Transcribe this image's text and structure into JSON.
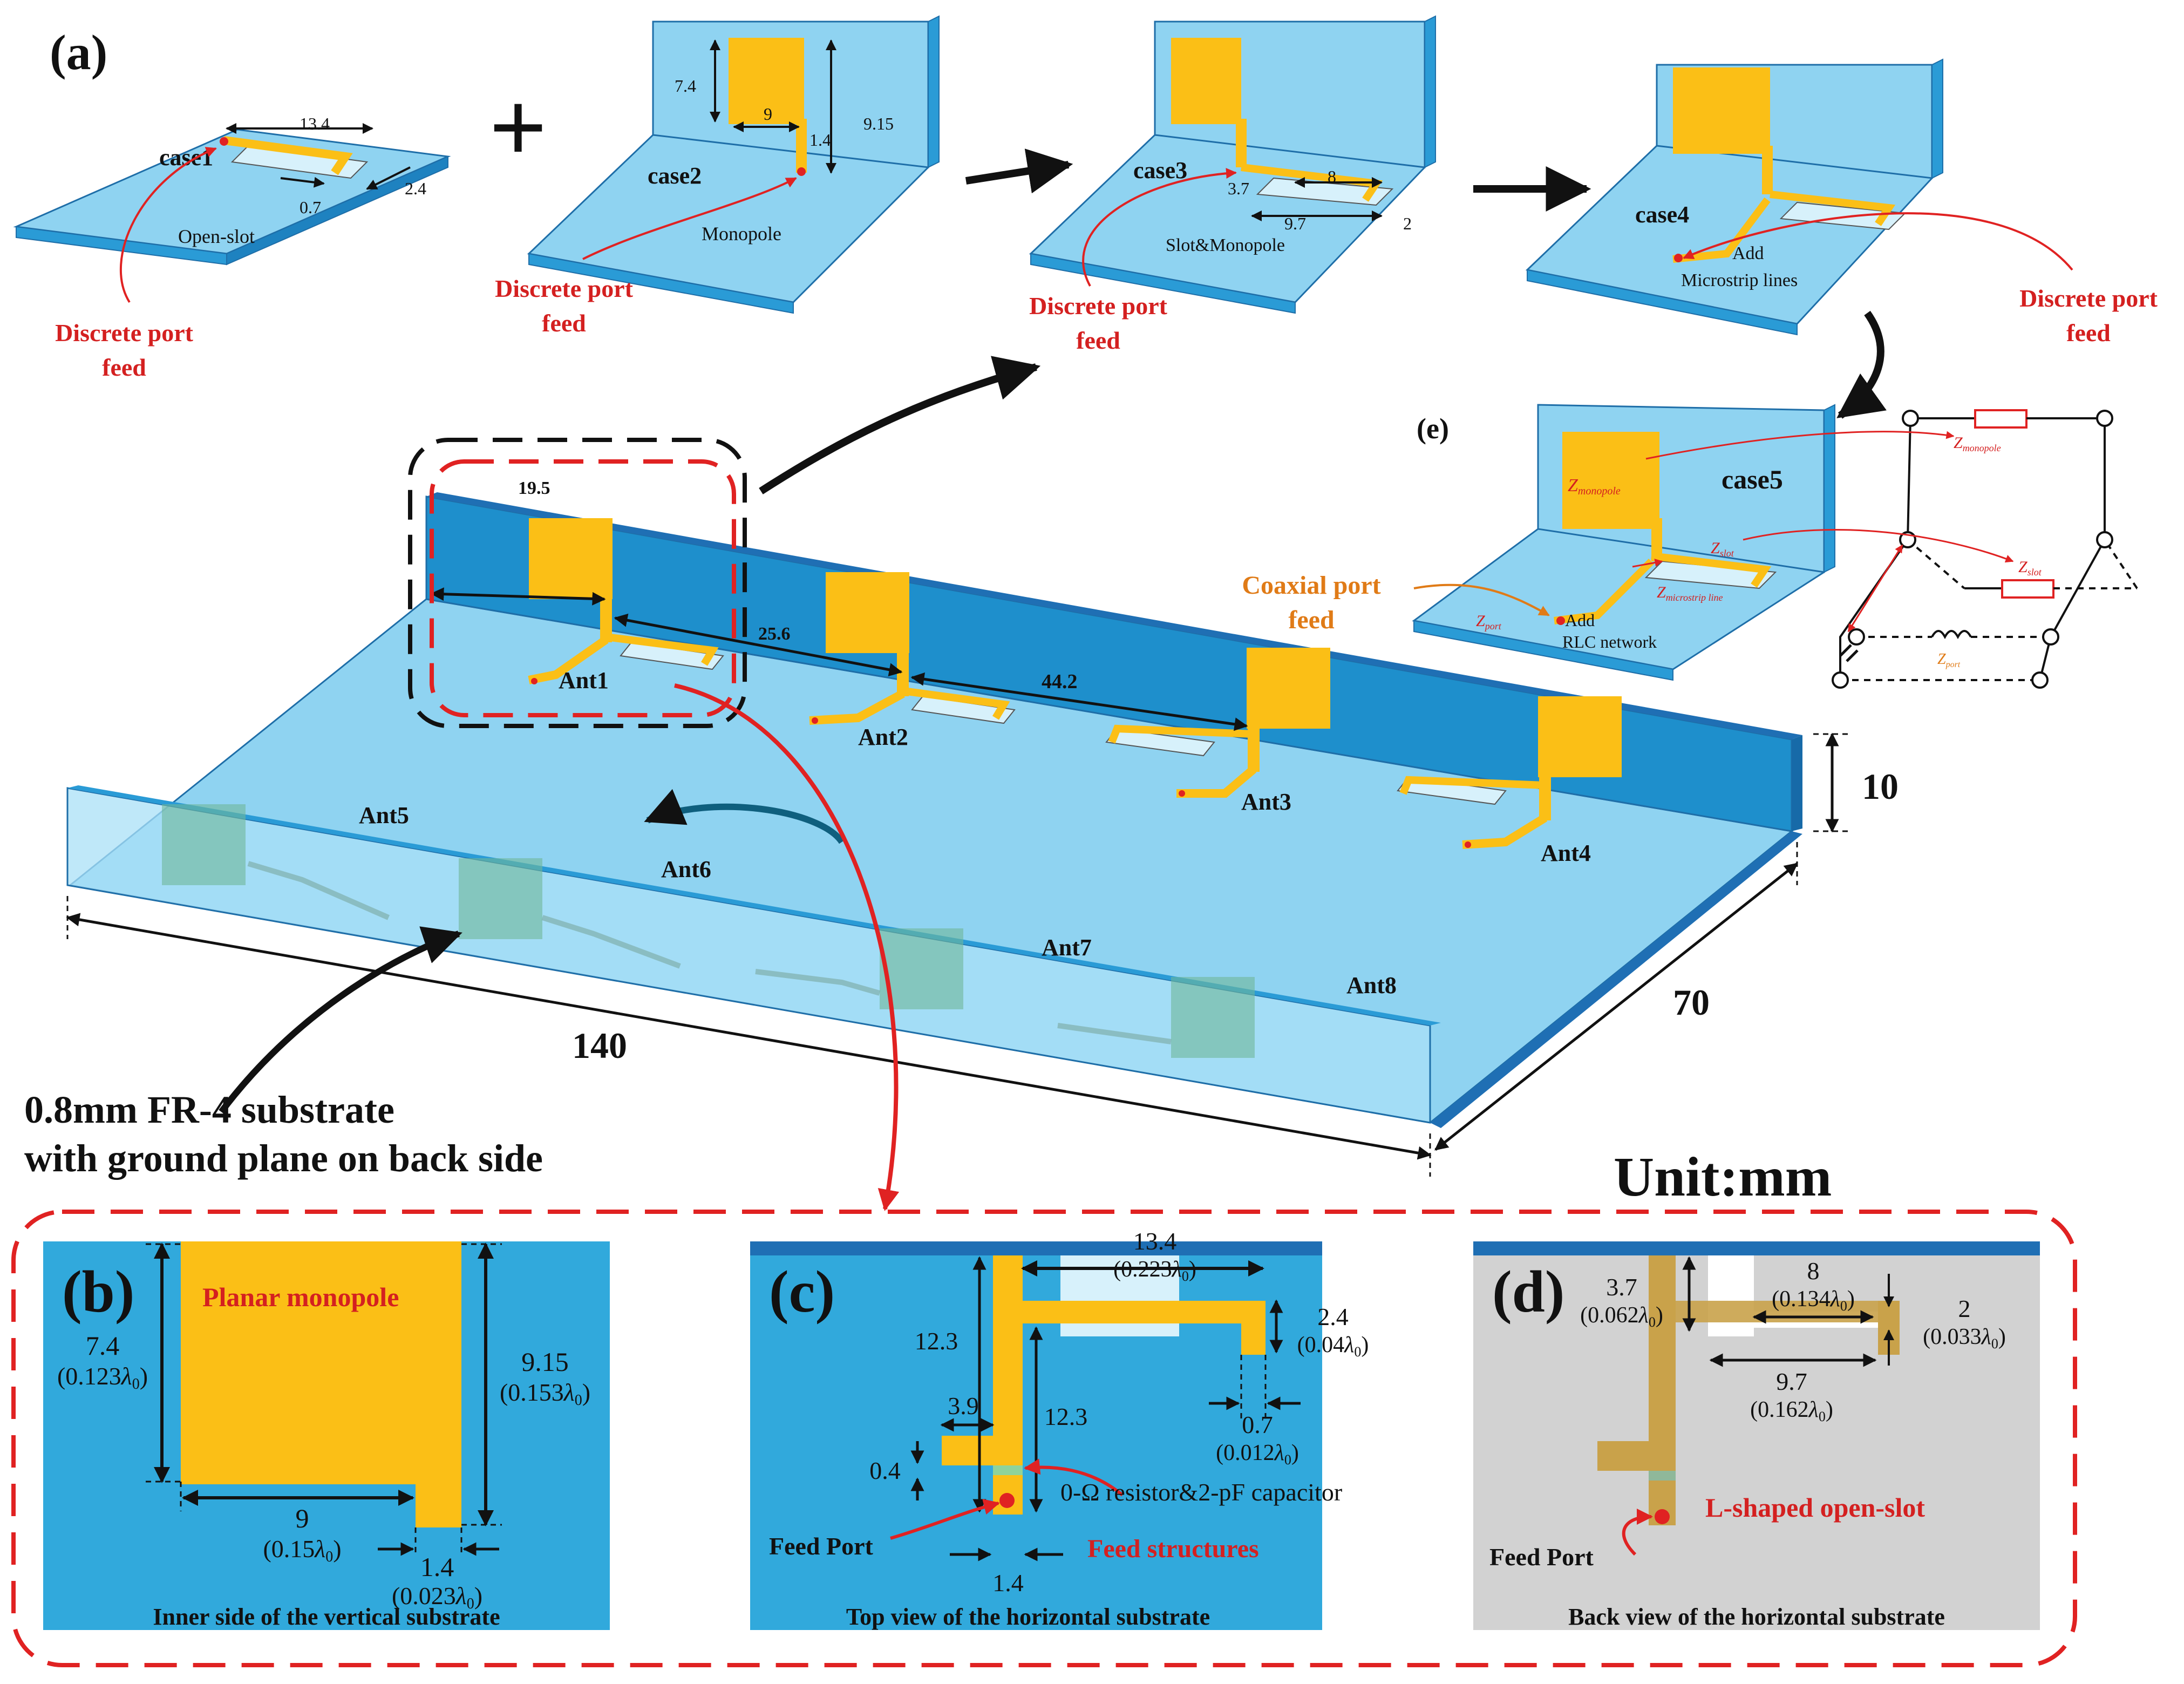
{
  "panel_labels": {
    "a": "(a)",
    "b": "(b)",
    "c": "(c)",
    "d": "(d)",
    "e": "(e)"
  },
  "colors": {
    "substrate_light": "#8fd3f1",
    "substrate_mid": "#31a9dc",
    "substrate_dark": "#1e8fcc",
    "edge_top": "#1f6fb4",
    "copper": "#fbbf16",
    "copper_back": "#c9a24a",
    "ground_back": "#d2d2d2",
    "callout_red": "#e02222",
    "coax_orange": "#e07b17"
  },
  "plus_sign": "+",
  "cases": {
    "case1": {
      "name": "case1",
      "caption": "Open-slot",
      "dims": [
        "13.4",
        "0.7",
        "2.4"
      ],
      "feed": [
        "Discrete port",
        "feed"
      ]
    },
    "case2": {
      "name": "case2",
      "caption": "Monopole",
      "dims": [
        "7.4",
        "9",
        "9.15",
        "1.4"
      ],
      "feed": [
        "Discrete port",
        "feed"
      ]
    },
    "case3": {
      "name": "case3",
      "caption": "Slot&Monopole",
      "dims": [
        "3.7",
        "8",
        "9.7",
        "2"
      ],
      "feed": [
        "Discrete port",
        "feed"
      ]
    },
    "case4": {
      "name": "case4",
      "caption": [
        "Add",
        "Microstrip lines"
      ],
      "feed": [
        "Discrete port",
        "feed"
      ]
    },
    "case5": {
      "name": "case5",
      "caption": [
        "Add",
        "RLC network"
      ],
      "coax": [
        "Coaxial port",
        "feed"
      ]
    }
  },
  "impedances": {
    "monopole": {
      "z": "Z",
      "sub": "monopole"
    },
    "slot": {
      "z": "Z",
      "sub": "slot"
    },
    "microstrip": {
      "z": "Z",
      "sub": "microstrip line"
    },
    "port": {
      "z": "Z",
      "sub": "port"
    }
  },
  "main_model": {
    "antennas": [
      "Ant1",
      "Ant2",
      "Ant3",
      "Ant4",
      "Ant5",
      "Ant6",
      "Ant7",
      "Ant8"
    ],
    "dims": {
      "d1": "19.5",
      "d2": "25.6",
      "d3": "44.2",
      "height": "10",
      "length": "140",
      "width": "70"
    },
    "substrate_note": [
      "0.8mm FR-4 substrate",
      "with ground plane on back side"
    ],
    "unit": "Unit:mm"
  },
  "panel_b": {
    "title": "Planar monopole",
    "caption": "Inner side of the vertical substrate",
    "dims": [
      {
        "v": "7.4",
        "l": "0.123"
      },
      {
        "v": "9.15",
        "l": "0.153"
      },
      {
        "v": "9",
        "l": "0.15"
      },
      {
        "v": "1.4",
        "l": "0.023"
      }
    ]
  },
  "panel_c": {
    "caption": "Top view of the horizontal substrate",
    "labels": {
      "feed_port": "Feed Port",
      "feed_structures": "Feed structures",
      "components": "0-Ω resistor&2-pF capacitor"
    },
    "dims": [
      {
        "v": "13.4",
        "l": "0.223"
      },
      {
        "v": "2.4",
        "l": "0.04"
      },
      {
        "v": "0.7",
        "l": "0.012"
      }
    ],
    "plain_dims": [
      "12.3",
      "12.3",
      "3.9",
      "0.4",
      "1.4"
    ]
  },
  "panel_d": {
    "caption": "Back view of the horizontal substrate",
    "labels": {
      "slot": "L-shaped open-slot",
      "feed_port": "Feed Port"
    },
    "dims": [
      {
        "v": "3.7",
        "l": "0.062"
      },
      {
        "v": "8",
        "l": "0.134"
      },
      {
        "v": "2",
        "l": "0.033"
      },
      {
        "v": "9.7",
        "l": "0.162"
      }
    ]
  },
  "lambda": {
    "sym": "λ",
    "sub": "0"
  }
}
